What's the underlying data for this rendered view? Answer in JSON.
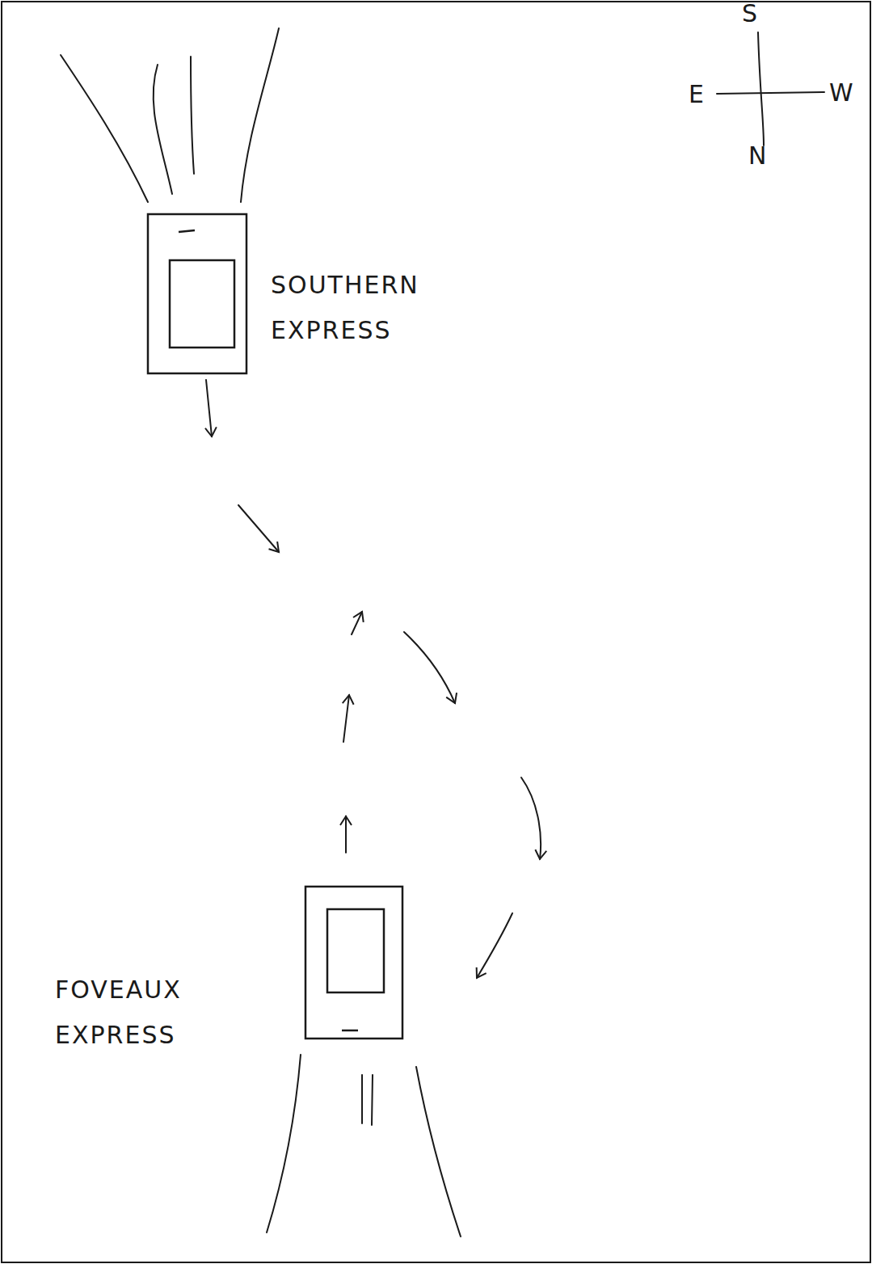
{
  "diagram": {
    "nodes": [
      {
        "text": [
          "SOUTHERN EXPRESS"
        ]
      },
      {
        "text": [
          "FOVEAUX EXPRESS"
        ]
      }
    ],
    "labels": [
      "S",
      "E",
      "W",
      "N"
    ]
  }
}
